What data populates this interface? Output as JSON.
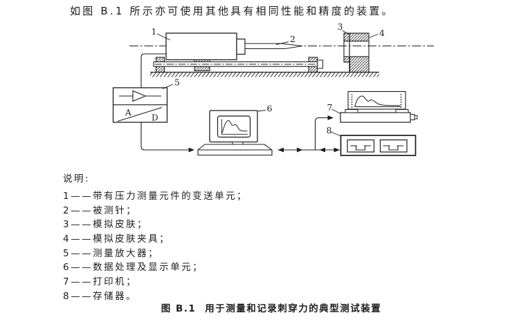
{
  "intro": {
    "text": "如图 B.1 所示亦可使用其他具有相同性能和精度的装置。"
  },
  "diagram": {
    "labels": {
      "n1": "1",
      "n2": "2",
      "n3": "3",
      "n4": "4",
      "n5": "5",
      "n6": "6",
      "n7": "7",
      "n8": "8"
    },
    "amplifier": {
      "a": "A",
      "d": "D"
    },
    "parts": [
      "transducer-unit",
      "needle",
      "simulated-skin",
      "skin-clamp",
      "measuring-amplifier",
      "data-processing-display-unit",
      "printer",
      "storage-unit"
    ]
  },
  "legend": {
    "heading": "说明:",
    "items": [
      "1——带有压力测量元件的变送单元；",
      "2——被测针；",
      "3——模拟皮肤；",
      "4——模拟皮肤夹具；",
      "5——测量放大器；",
      "6——数据处理及显示单元；",
      "7——打印机；",
      "8——存储器。"
    ]
  },
  "caption": {
    "figure_label": "图 B.1",
    "title": "用于测量和记录刺穿力的典型测试装置"
  },
  "colors": {
    "ink": "#1c1c1c",
    "paper": "#ffffff"
  }
}
